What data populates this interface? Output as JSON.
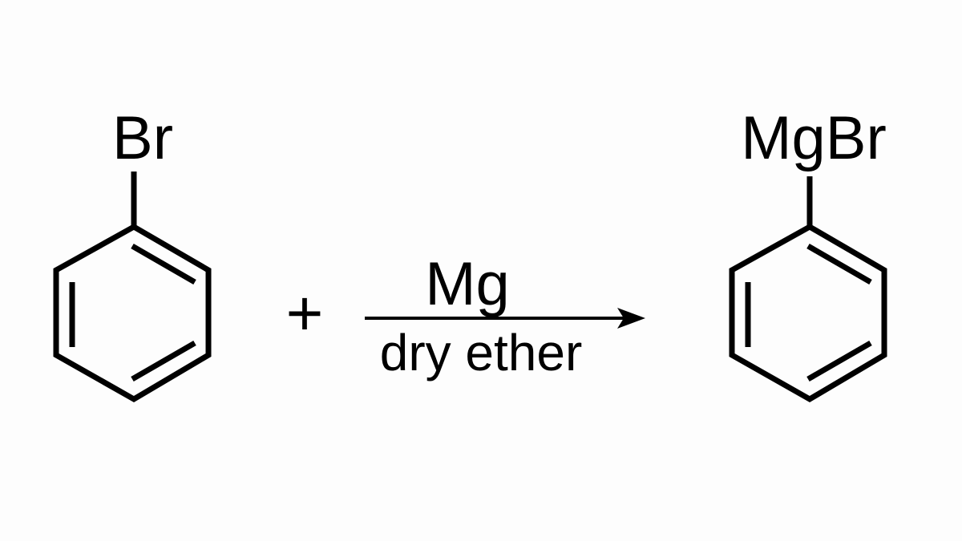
{
  "reactant": {
    "label": "Br"
  },
  "plus": "+",
  "conditions": {
    "reagent": "Mg",
    "solvent": "dry ether"
  },
  "product": {
    "label": "MgBr"
  },
  "colors": {
    "ink": "#000000",
    "background": "#fdfdfd"
  }
}
